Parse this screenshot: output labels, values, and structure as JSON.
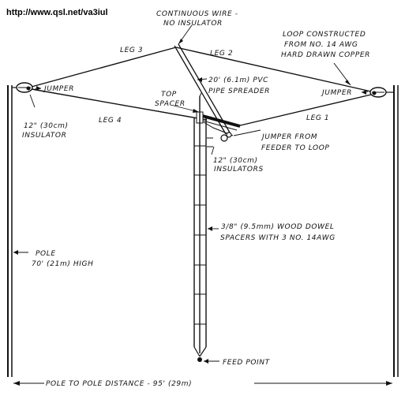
{
  "url": "http://www.qsl.net/va3iul",
  "labels": {
    "continuous_wire_1": "CONTINUOUS WIRE -",
    "continuous_wire_2": "NO INSULATOR",
    "loop_1": "LOOP CONSTRUCTED",
    "loop_2": "FROM NO. 14 AWG",
    "loop_3": "HARD DRAWN COPPER",
    "leg3": "LEG 3",
    "leg2": "LEG 2",
    "leg4": "LEG 4",
    "leg1": "LEG 1",
    "jumper_left": "JUMPER",
    "jumper_right": "JUMPER",
    "pvc_1": "20' (6.1m) PVC",
    "pvc_2": "PIPE SPREADER",
    "top_spacer_1": "TOP",
    "top_spacer_2": "SPACER",
    "insulator_1": "12\" (30cm)",
    "insulator_2": "INSULATOR",
    "jumper_feeder_1": "JUMPER FROM",
    "jumper_feeder_2": "FEEDER TO LOOP",
    "insulators_1": "12\" (30cm)",
    "insulators_2": "INSULATORS",
    "dowel_1": "3/8\" (9.5mm) WOOD DOWEL",
    "dowel_2": "SPACERS WITH 3 NO. 14AWG",
    "pole_1": "POLE",
    "pole_2": "70' (21m) HIGH",
    "feed_point": "FEED POINT",
    "distance": "POLE TO POLE DISTANCE - 95' (29m)"
  }
}
